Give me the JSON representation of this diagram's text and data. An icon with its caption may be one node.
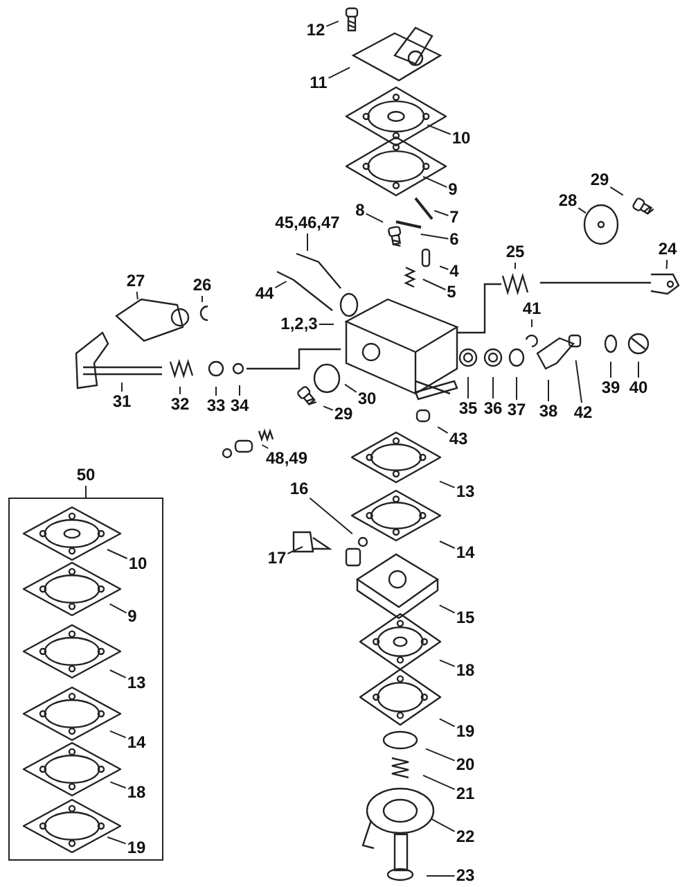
{
  "diagram": {
    "nodes": [
      {
        "text": [
          "12"
        ]
      },
      {
        "text": [
          "11"
        ]
      },
      {
        "text": [
          "10"
        ]
      },
      {
        "text": [
          "9"
        ]
      },
      {
        "text": [
          "29"
        ]
      },
      {
        "text": [
          "28"
        ]
      },
      {
        "text": [
          "8"
        ]
      },
      {
        "text": [
          "7"
        ]
      },
      {
        "text": [
          "6"
        ]
      },
      {
        "text": [
          "45,46,47"
        ]
      },
      {
        "text": [
          "4"
        ]
      },
      {
        "text": [
          "24"
        ]
      },
      {
        "text": [
          "25"
        ]
      },
      {
        "text": [
          "5"
        ]
      },
      {
        "text": [
          "27"
        ]
      },
      {
        "text": [
          "26"
        ]
      },
      {
        "text": [
          "44"
        ]
      },
      {
        "text": [
          "1,2,3"
        ]
      },
      {
        "text": [
          "41"
        ]
      },
      {
        "text": [
          "31"
        ]
      },
      {
        "text": [
          "32"
        ]
      },
      {
        "text": [
          "33"
        ]
      },
      {
        "text": [
          "34"
        ]
      },
      {
        "text": [
          "30"
        ]
      },
      {
        "text": [
          "29"
        ]
      },
      {
        "text": [
          "35"
        ]
      },
      {
        "text": [
          "36"
        ]
      },
      {
        "text": [
          "37"
        ]
      },
      {
        "text": [
          "38"
        ]
      },
      {
        "text": [
          "42"
        ]
      },
      {
        "text": [
          "39"
        ]
      },
      {
        "text": [
          "40"
        ]
      },
      {
        "text": [
          "43"
        ]
      },
      {
        "text": [
          "48,49"
        ]
      },
      {
        "text": [
          "50"
        ]
      },
      {
        "text": [],
        "shape": "box"
      },
      {
        "text": [
          "10"
        ],
        "in": 35
      },
      {
        "text": [
          "9"
        ],
        "in": 35
      },
      {
        "text": [
          "13"
        ],
        "in": 35
      },
      {
        "text": [
          "14"
        ],
        "in": 35
      },
      {
        "text": [
          "18"
        ],
        "in": 35
      },
      {
        "text": [
          "19"
        ],
        "in": 35
      },
      {
        "text": [
          "16"
        ]
      },
      {
        "text": [
          "13"
        ]
      },
      {
        "text": [
          "17"
        ]
      },
      {
        "text": [
          "14"
        ]
      },
      {
        "text": [
          "15"
        ]
      },
      {
        "text": [
          "18"
        ]
      },
      {
        "text": [
          "19"
        ]
      },
      {
        "text": [
          "20"
        ]
      },
      {
        "text": [
          "21"
        ]
      },
      {
        "text": [
          "22"
        ]
      },
      {
        "text": [
          "23"
        ]
      }
    ],
    "edges": [
      {
        "from": 0,
        "to": null,
        "arrow": "none"
      },
      {
        "from": 1,
        "to": null,
        "arrow": "none"
      },
      {
        "from": 2,
        "to": null,
        "arrow": "none"
      },
      {
        "from": 3,
        "to": null,
        "arrow": "none"
      },
      {
        "from": 4,
        "to": null,
        "arrow": "none"
      },
      {
        "from": 5,
        "to": null,
        "arrow": "none"
      },
      {
        "from": 6,
        "to": null,
        "arrow": "none"
      },
      {
        "from": 7,
        "to": null,
        "arrow": "none"
      },
      {
        "from": 8,
        "to": null,
        "arrow": "none"
      },
      {
        "from": 9,
        "to": null,
        "arrow": "none"
      },
      {
        "from": 10,
        "to": null,
        "arrow": "none"
      },
      {
        "from": 11,
        "to": null,
        "arrow": "none"
      },
      {
        "from": 12,
        "to": null,
        "arrow": "none"
      },
      {
        "from": 13,
        "to": null,
        "arrow": "none"
      },
      {
        "from": 14,
        "to": null,
        "arrow": "none"
      },
      {
        "from": 15,
        "to": null,
        "arrow": "none"
      },
      {
        "from": 16,
        "to": null,
        "arrow": "none"
      },
      {
        "from": 17,
        "to": null,
        "arrow": "none"
      },
      {
        "from": 18,
        "to": null,
        "arrow": "none"
      },
      {
        "from": 19,
        "to": null,
        "arrow": "none"
      },
      {
        "from": 20,
        "to": null,
        "arrow": "none"
      },
      {
        "from": 21,
        "to": null,
        "arrow": "none"
      },
      {
        "from": 22,
        "to": null,
        "arrow": "none"
      },
      {
        "from": 23,
        "to": null,
        "arrow": "none"
      },
      {
        "from": 24,
        "to": null,
        "arrow": "none"
      },
      {
        "from": 25,
        "to": null,
        "arrow": "none"
      },
      {
        "from": 26,
        "to": null,
        "arrow": "none"
      },
      {
        "from": 27,
        "to": null,
        "arrow": "none"
      },
      {
        "from": 28,
        "to": null,
        "arrow": "none"
      },
      {
        "from": 29,
        "to": null,
        "arrow": "none"
      },
      {
        "from": 30,
        "to": null,
        "arrow": "none"
      },
      {
        "from": 31,
        "to": null,
        "arrow": "none"
      },
      {
        "from": 32,
        "to": null,
        "arrow": "none"
      },
      {
        "from": 33,
        "to": null,
        "arrow": "none"
      },
      {
        "from": 34,
        "to": 35,
        "arrow": "none"
      },
      {
        "from": 36,
        "to": null,
        "arrow": "none"
      },
      {
        "from": 37,
        "to": null,
        "arrow": "none"
      },
      {
        "from": 38,
        "to": null,
        "arrow": "none"
      },
      {
        "from": 39,
        "to": null,
        "arrow": "none"
      },
      {
        "from": 40,
        "to": null,
        "arrow": "none"
      },
      {
        "from": 41,
        "to": null,
        "arrow": "none"
      },
      {
        "from": 42,
        "to": null,
        "arrow": "none"
      },
      {
        "from": 43,
        "to": null,
        "arrow": "none"
      },
      {
        "from": 44,
        "to": null,
        "arrow": "none"
      },
      {
        "from": 45,
        "to": null,
        "arrow": "none"
      },
      {
        "from": 46,
        "to": null,
        "arrow": "none"
      },
      {
        "from": 47,
        "to": null,
        "arrow": "none"
      },
      {
        "from": 48,
        "to": null,
        "arrow": "none"
      },
      {
        "from": 49,
        "to": null,
        "arrow": "none"
      },
      {
        "from": 50,
        "to": null,
        "arrow": "none"
      },
      {
        "from": 51,
        "to": null,
        "arrow": "none"
      },
      {
        "from": 52,
        "to": null,
        "arrow": "none"
      }
    ]
  }
}
